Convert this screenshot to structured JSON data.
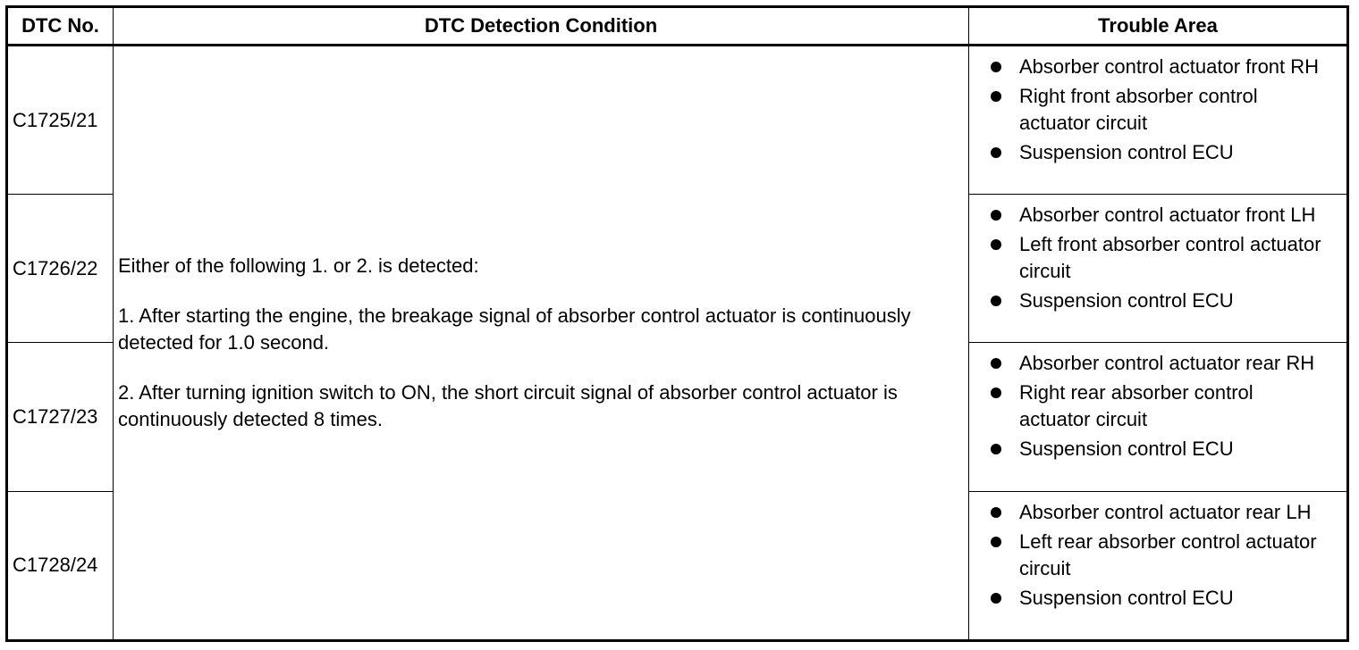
{
  "headers": {
    "dtc_no": "DTC No.",
    "condition": "DTC Detection Condition",
    "trouble_area": "Trouble Area"
  },
  "condition": {
    "intro": "Either of the following 1. or 2. is detected:",
    "item1": "1. After starting the engine, the breakage signal of absorber control actuator is continuously detected for 1.0 second.",
    "item2": "2. After turning ignition switch to ON, the short circuit signal of absorber control actuator is continuously detected 8 times."
  },
  "rows": [
    {
      "code": "C1725/21",
      "areas": [
        "Absorber control actuator front RH",
        "Right front absorber control actuator circuit",
        "Suspension control ECU"
      ]
    },
    {
      "code": "C1726/22",
      "areas": [
        "Absorber control actuator front LH",
        "Left front absorber control actuator circuit",
        "Suspension control ECU"
      ]
    },
    {
      "code": "C1727/23",
      "areas": [
        "Absorber control actuator rear RH",
        "Right rear absorber control actuator circuit",
        "Suspension control ECU"
      ]
    },
    {
      "code": "C1728/24",
      "areas": [
        "Absorber control actuator rear LH",
        "Left rear absorber control actuator circuit",
        "Suspension control ECU"
      ]
    }
  ]
}
